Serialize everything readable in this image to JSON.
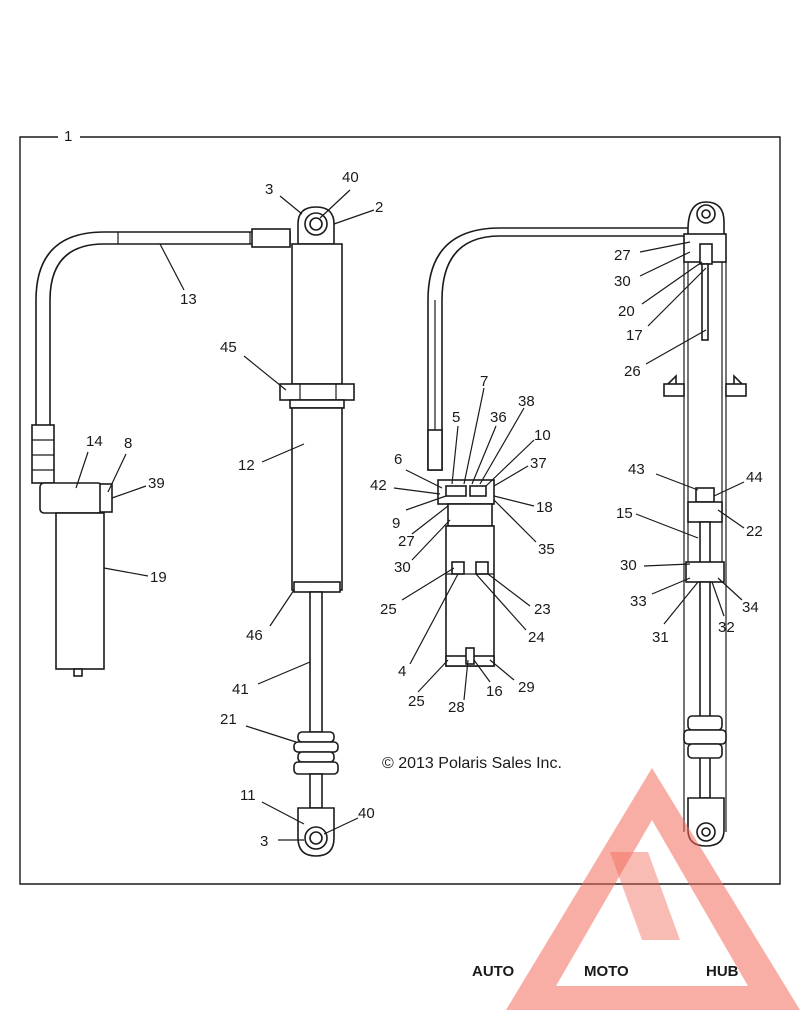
{
  "assembly_number": "1",
  "copyright": "© 2013 Polaris Sales Inc.",
  "watermark": {
    "part1": "AUTO",
    "part2": "MOTO",
    "part3": "HUB",
    "colors": {
      "triangle": "#f26b5b",
      "auto": "#f2b64a",
      "moto": "#f28a7a",
      "hub": "#9a9a9a"
    }
  },
  "callouts": {
    "c1": "3",
    "c2": "40",
    "c3": "2",
    "c4": "13",
    "c5": "45",
    "c6": "12",
    "c7": "14",
    "c8": "8",
    "c9": "39",
    "c10": "19",
    "c11": "46",
    "c12": "41",
    "c13": "21",
    "c14": "11",
    "c15": "40",
    "c16": "3",
    "c17": "7",
    "c18": "5",
    "c19": "36",
    "c20": "38",
    "c21": "10",
    "c22": "6",
    "c23": "37",
    "c24": "42",
    "c25": "18",
    "c26": "9",
    "c27": "27",
    "c28": "35",
    "c29": "30",
    "c30": "25",
    "c31": "23",
    "c32": "24",
    "c33": "4",
    "c34": "25",
    "c35": "28",
    "c36": "16",
    "c37": "29",
    "c38": "27",
    "c39": "30",
    "c40": "20",
    "c41": "17",
    "c42": "26",
    "c43": "43",
    "c44": "44",
    "c45": "15",
    "c46": "22",
    "c47": "30",
    "c48": "33",
    "c49": "34",
    "c50": "31",
    "c51": "32"
  }
}
